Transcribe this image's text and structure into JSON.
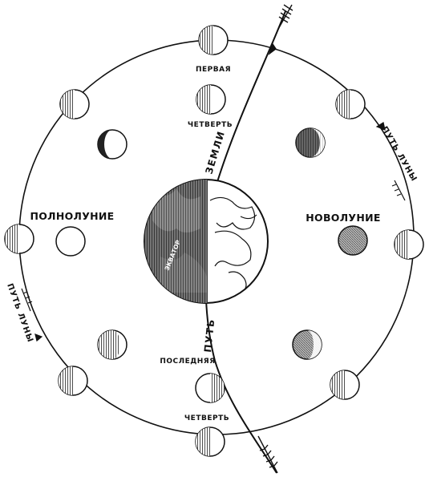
{
  "labels": {
    "first_quarter_line1": "ПЕРВАЯ",
    "first_quarter_line2": "ЧЕТВЕРТЬ",
    "last_quarter_line1": "ПОСЛЕДНЯЯ",
    "last_quarter_line2": "ЧЕТВЕРТЬ",
    "full_moon": "ПОЛНОЛУНИЕ",
    "new_moon": "НОВОЛУНИЕ",
    "earth_path_top": "ЗЕМЛИ",
    "earth_path_bottom": "ПУТЬ",
    "moon_path_right": "ПУТЬ ЛУНЫ",
    "moon_path_left": "ПУТЬ ЛУНЫ",
    "equator": "ЭКВАТОР"
  },
  "colors": {
    "ink": "#111111",
    "shade": "#7a7a7a",
    "paper": "#ffffff"
  }
}
